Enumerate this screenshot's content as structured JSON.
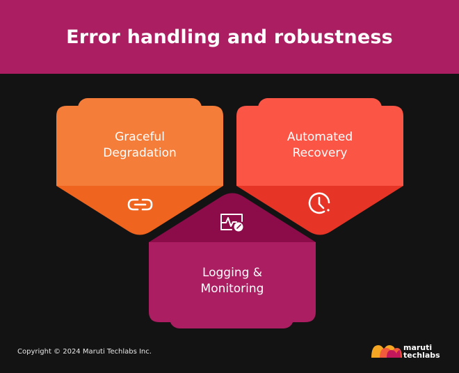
{
  "title": "Error handling and robustness",
  "cards": {
    "graceful": {
      "line1": "Graceful",
      "line2": "Degradation",
      "icon": "link-icon"
    },
    "recovery": {
      "line1": "Automated",
      "line2": "Recovery",
      "icon": "clock-icon"
    },
    "logging": {
      "line1": "Logging &",
      "line2": "Monitoring",
      "icon": "monitor-chart-icon"
    }
  },
  "footer": {
    "copyright": "Copyright © 2024 Maruti Techlabs Inc.",
    "logo_line1": "maruti",
    "logo_line2": "techlabs"
  },
  "colors": {
    "header": "#ab1e61",
    "background": "#131313",
    "graceful_light": "#f47d3a",
    "graceful_dark": "#ef6520",
    "recovery_light": "#fb5546",
    "recovery_dark": "#e63527",
    "logging_light": "#ab1e61",
    "logging_dark": "#8c0c4a"
  }
}
